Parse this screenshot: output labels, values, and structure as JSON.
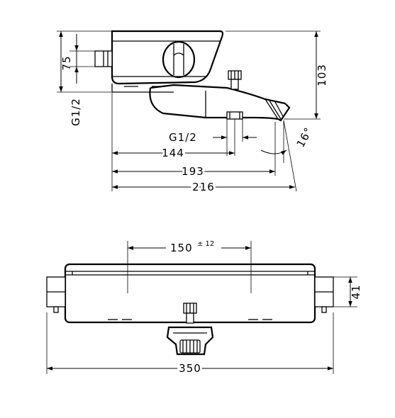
{
  "side_view": {
    "dim_75": "75",
    "dim_103": "103",
    "dim_g12_vertical": "G1/2",
    "dim_g12_horizontal": "G1/2",
    "dim_144": "144",
    "dim_193": "193",
    "dim_216": "216",
    "dim_angle": "16°"
  },
  "front_view": {
    "dim_150": "150",
    "dim_150_tol": "± 12",
    "dim_41": "41",
    "dim_350": "350"
  }
}
